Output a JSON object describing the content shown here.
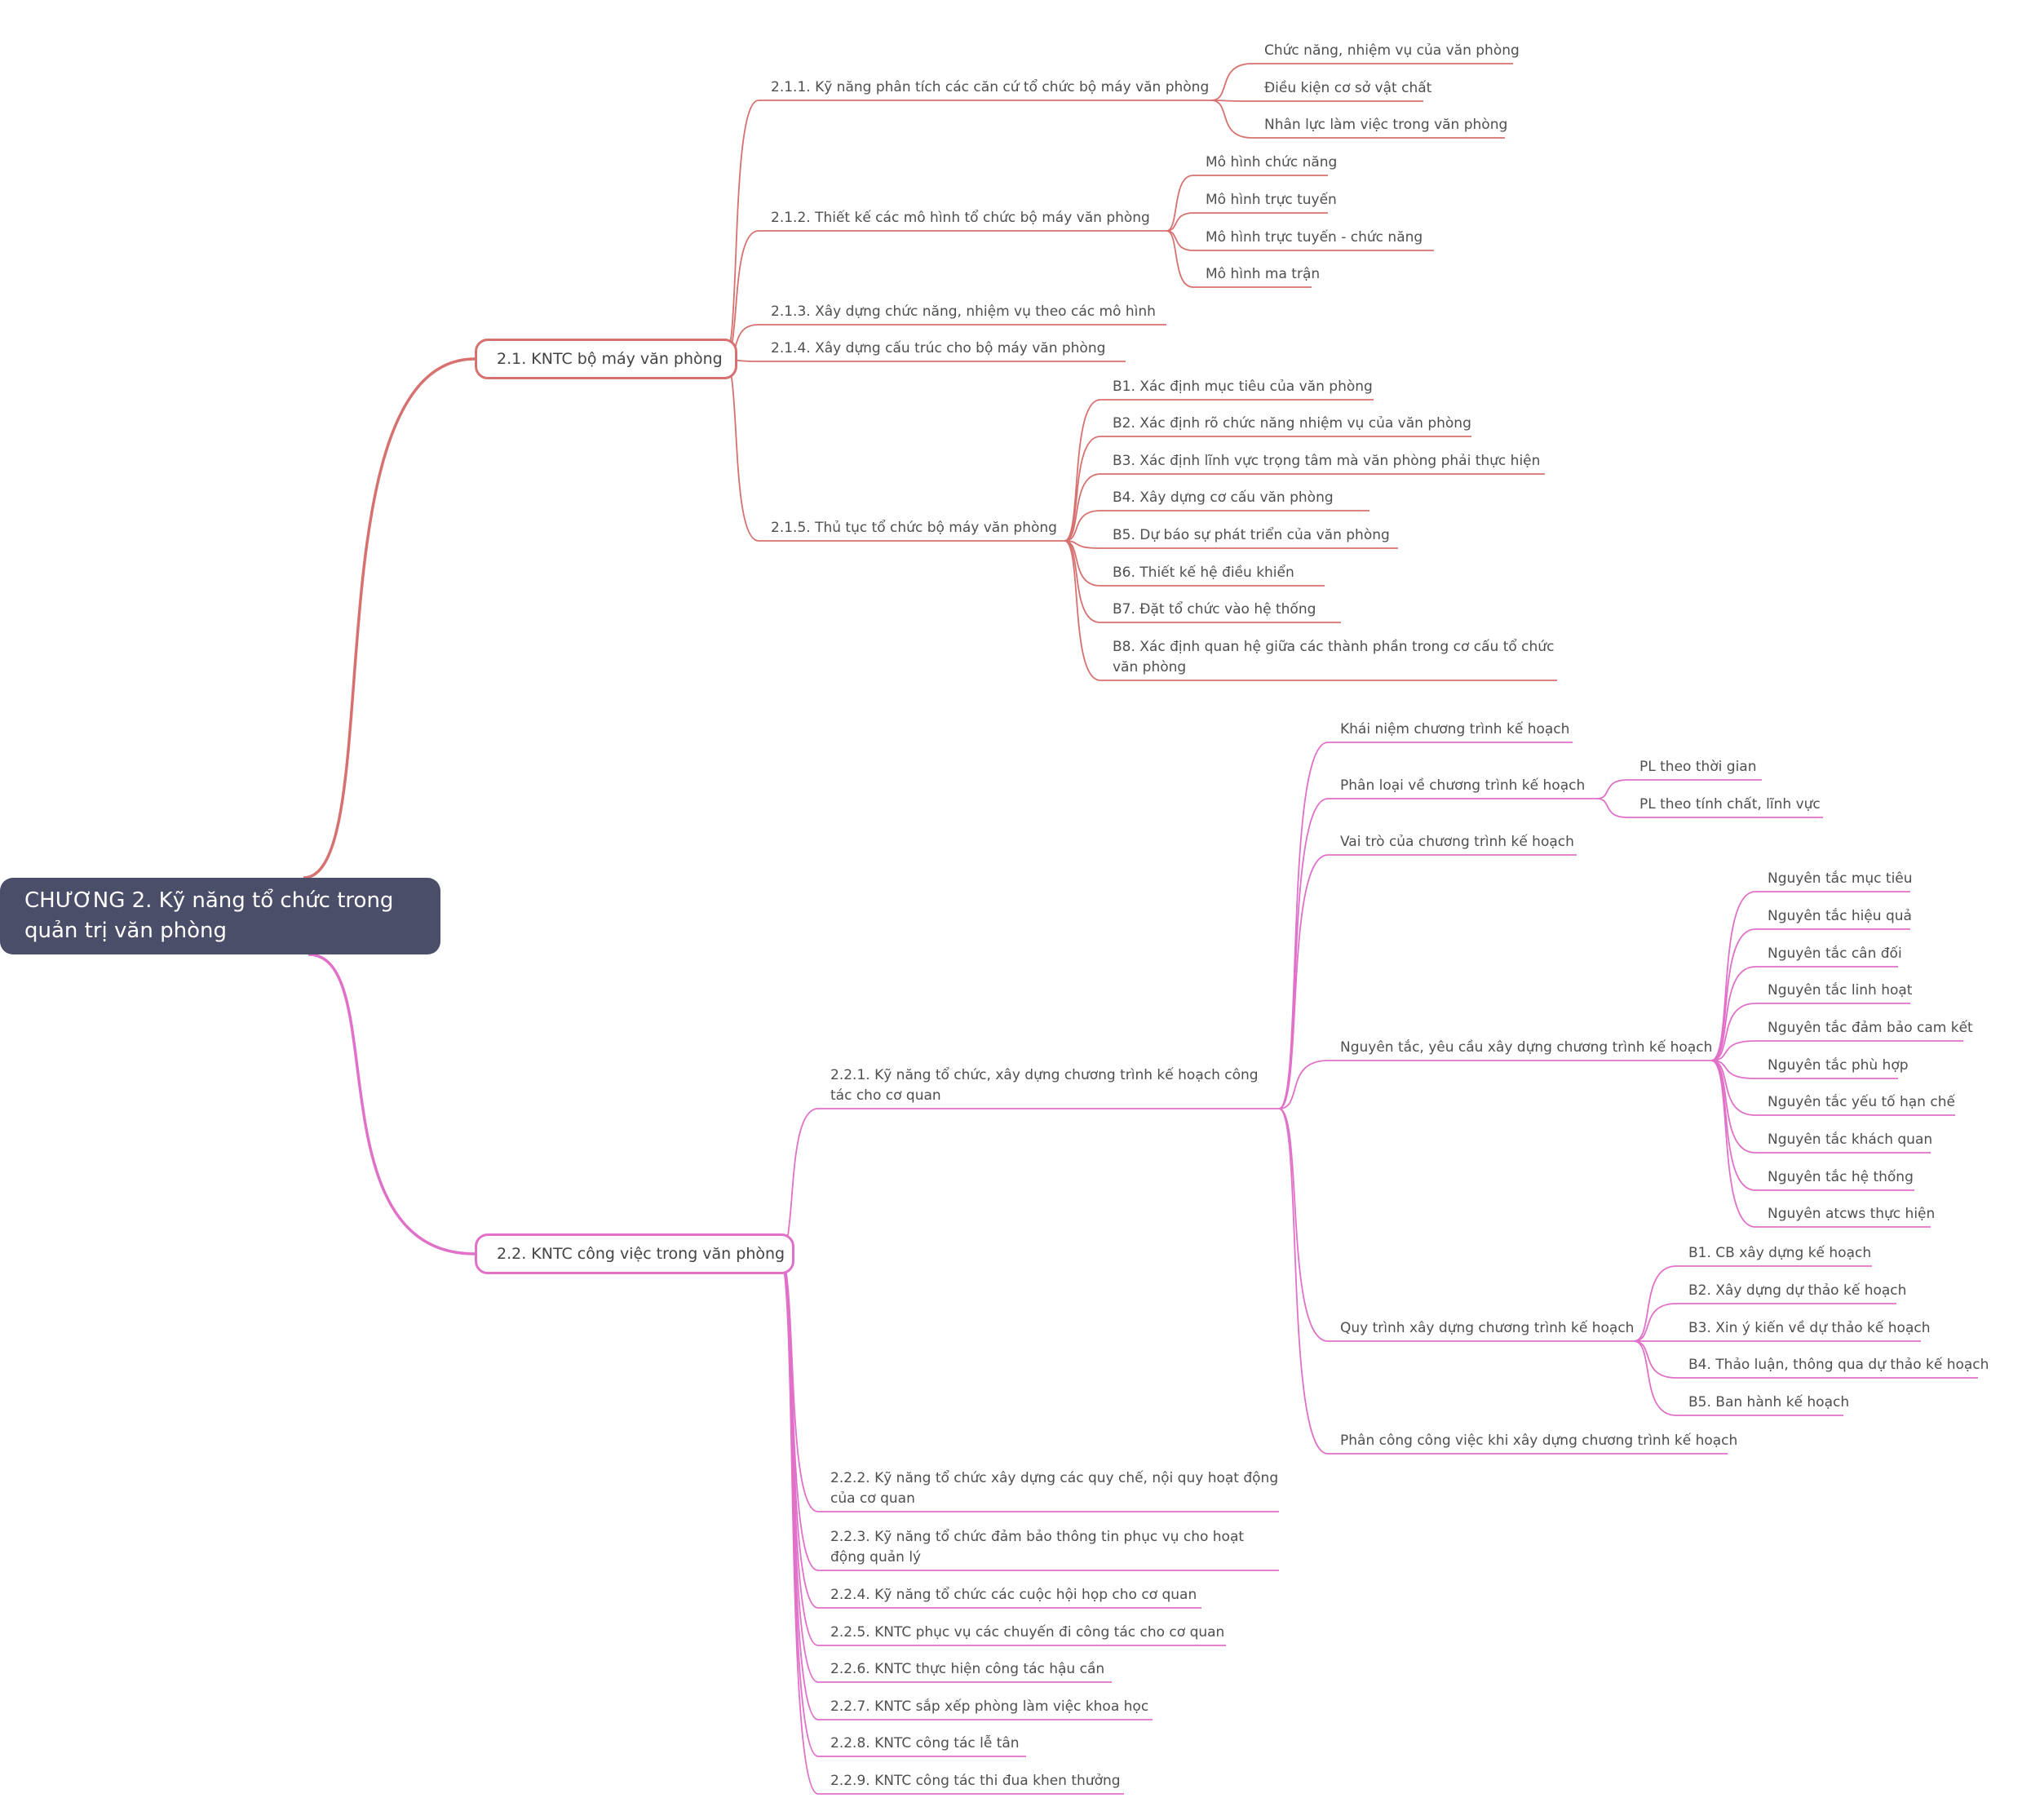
{
  "colors": {
    "central_bg": "#4a4e69",
    "branch1": "#d7716f",
    "branch2": "#e070c8"
  },
  "root": {
    "title": "CHƯƠNG 2. Kỹ năng tổ chức trong\nquản trị văn phòng"
  },
  "b1": {
    "label": "2.1. KNTC bộ máy văn phòng",
    "s1": {
      "label": "2.1.1. Kỹ năng phân tích các căn cứ tổ chức bộ máy văn phòng",
      "items": [
        "Chức năng, nhiệm vụ của văn phòng",
        "Điều kiện cơ sở vật chất",
        "Nhân lực làm việc trong văn phòng"
      ]
    },
    "s2": {
      "label": "2.1.2. Thiết kế các mô hình tổ chức bộ máy văn phòng",
      "items": [
        "Mô hình chức năng",
        "Mô hình trực tuyến",
        "Mô hình trực tuyến - chức năng",
        "Mô hình ma trận"
      ]
    },
    "s3": {
      "label": "2.1.3. Xây dựng chức năng, nhiệm vụ theo các mô hình"
    },
    "s4": {
      "label": "2.1.4. Xây dựng cấu trúc cho bộ máy văn phòng"
    },
    "s5": {
      "label": "2.1.5. Thủ tục tổ chức bộ máy văn phòng",
      "items": [
        "B1. Xác định mục tiêu của văn phòng",
        "B2. Xác định rõ chức năng nhiệm vụ của văn phòng",
        "B3. Xác định lĩnh vực trọng tâm mà văn phòng phải thực hiện",
        "B4. Xây dựng cơ cấu văn phòng",
        "B5. Dự báo sự phát triển của văn phòng",
        "B6. Thiết kế hệ điều khiển",
        "B7. Đặt tổ chức vào hệ thống",
        "B8. Xác định quan hệ giữa các thành phần trong cơ cấu tổ chức\nvăn phòng"
      ]
    }
  },
  "b2": {
    "label": "2.2. KNTC công việc trong văn phòng",
    "s1": {
      "label": "2.2.1. Kỹ năng tổ chức, xây dựng chương trình kế hoạch công\ntác cho cơ quan",
      "c1": {
        "label": "Khái niệm chương trình kế hoạch"
      },
      "c2": {
        "label": "Phân loại về chương trình kế hoạch",
        "items": [
          "PL theo thời gian",
          "PL theo tính chất, lĩnh vực"
        ]
      },
      "c3": {
        "label": "Vai trò của chương trình kế hoạch"
      },
      "c4": {
        "label": "Nguyên tắc, yêu cầu xây dựng chương trình kế hoạch",
        "items": [
          "Nguyên tắc mục tiêu",
          "Nguyên tắc hiệu quả",
          "Nguyên tắc cân đối",
          "Nguyên tắc linh hoạt",
          "Nguyên tắc đảm bảo cam kết",
          "Nguyên tắc phù hợp",
          "Nguyên tắc yếu tố hạn chế",
          "Nguyên tắc khách quan",
          "Nguyên tắc hệ thống",
          "Nguyên atcws thực hiện"
        ]
      },
      "c5": {
        "label": "Quy trình xây dựng chương trình kế hoạch",
        "items": [
          "B1. CB xây dựng kế hoạch",
          "B2. Xây dựng dự thảo kế hoạch",
          "B3. Xin ý kiến về dự thảo kế hoạch",
          "B4. Thảo luận, thông qua dự thảo kế hoạch",
          "B5. Ban hành kế hoạch"
        ]
      },
      "c6": {
        "label": "Phân công công việc khi xây dựng chương trình kế hoạch"
      }
    },
    "s2": {
      "label": "2.2.2. Kỹ năng tổ chức xây dựng các quy chế, nội quy hoạt động\ncủa cơ quan"
    },
    "s3": {
      "label": "2.2.3. Kỹ năng tổ chức đảm bảo thông tin phục vụ cho hoạt\nđộng quản lý"
    },
    "s4": {
      "label": "2.2.4. Kỹ năng tổ chức các cuộc hội họp cho cơ quan"
    },
    "s5": {
      "label": "2.2.5. KNTC phục vụ các chuyến đi công tác cho cơ quan"
    },
    "s6": {
      "label": "2.2.6. KNTC thực hiện công tác hậu cần"
    },
    "s7": {
      "label": "2.2.7. KNTC sắp xếp phòng làm việc khoa học"
    },
    "s8": {
      "label": "2.2.8. KNTC công tác lễ tân"
    },
    "s9": {
      "label": "2.2.9. KNTC công tác thi đua khen thưởng"
    }
  }
}
